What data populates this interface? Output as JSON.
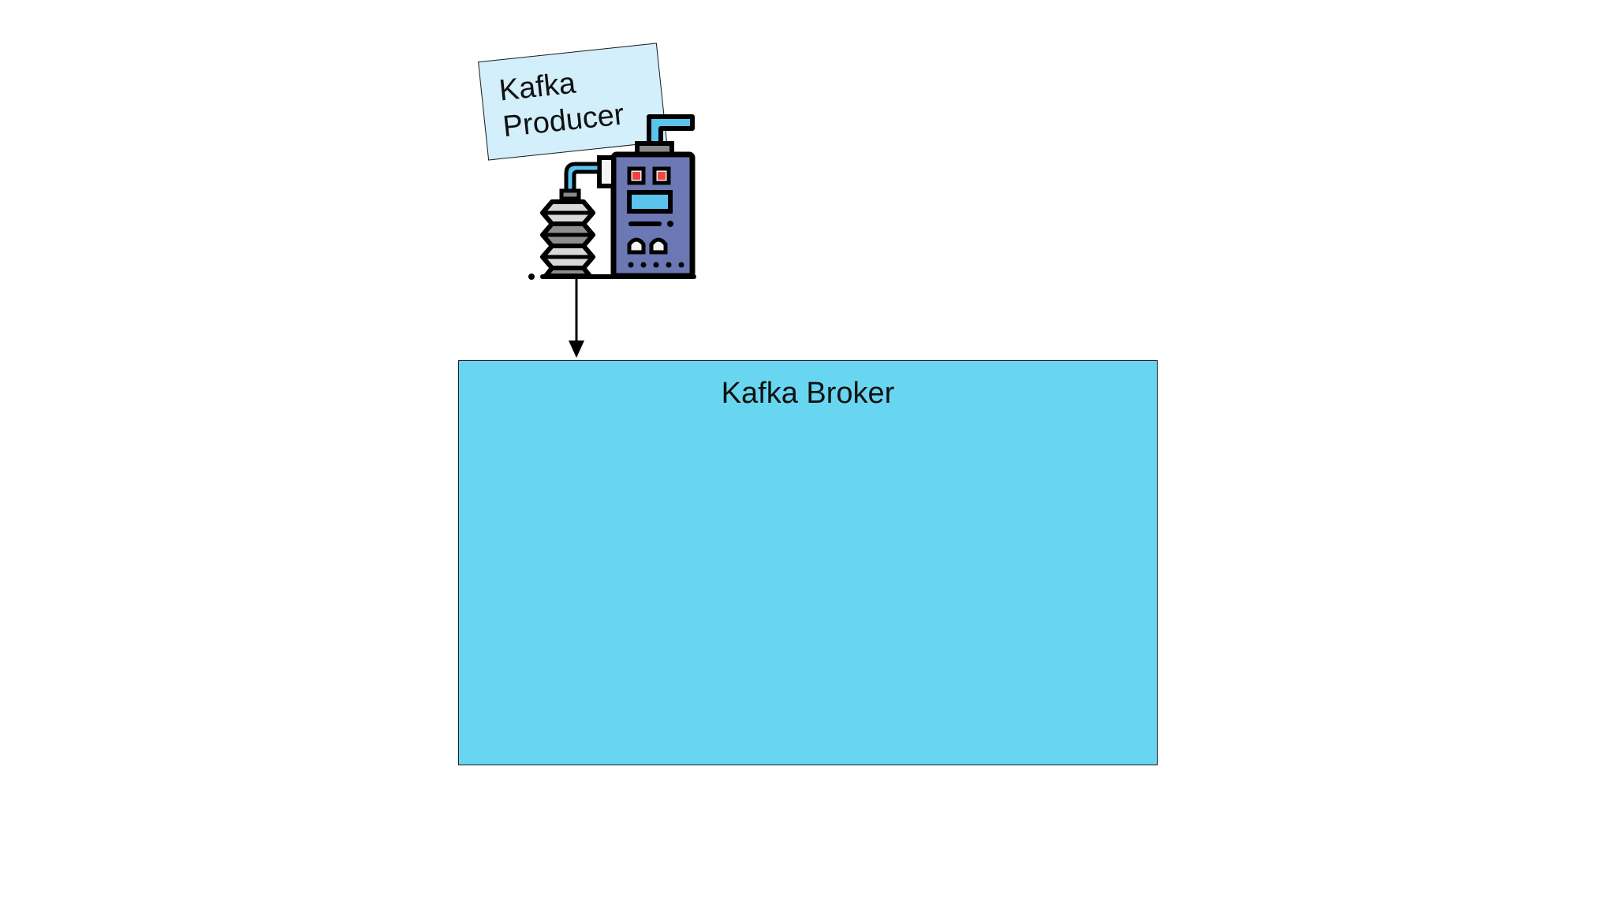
{
  "producer": {
    "line1": "Kafka",
    "line2": "Producer",
    "icon": "industrial-machine-icon",
    "label_color": "#d2effb"
  },
  "broker": {
    "title": "Kafka Broker",
    "color": "#68d6f1"
  },
  "connection": {
    "from": "producer",
    "to": "broker"
  }
}
